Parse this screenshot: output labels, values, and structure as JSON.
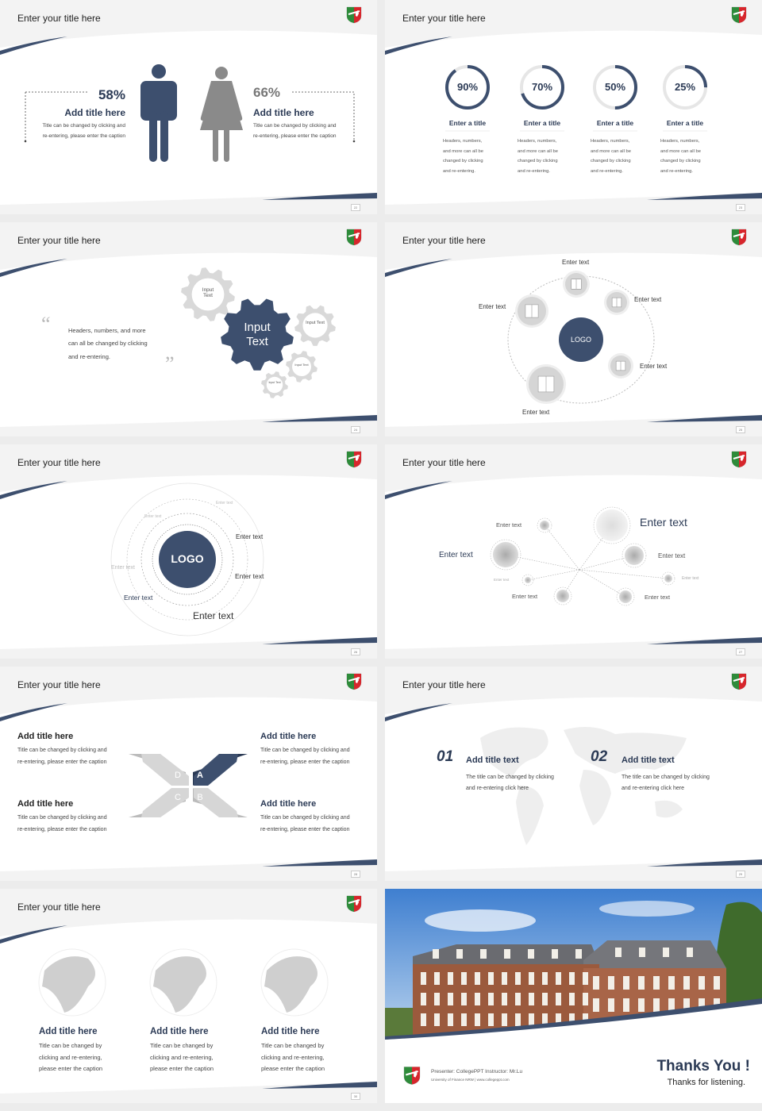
{
  "colors": {
    "navy": "#3d4f6e",
    "gray": "#8a8a8a",
    "light": "#d6d6d6"
  },
  "slides": [
    {
      "title": "Enter your title here",
      "number": "22",
      "left": {
        "percent": "58%",
        "heading": "Add title here",
        "caption1": "Title can be changed by clicking and",
        "caption2": "re-entering, please enter the caption"
      },
      "right": {
        "percent": "66%",
        "heading": "Add title here",
        "caption1": "Title can be changed by clicking and",
        "caption2": "re-entering, please enter the caption"
      }
    },
    {
      "title": "Enter your title here",
      "number": "23",
      "items": [
        {
          "value": "90%",
          "progress": 90,
          "heading": "Enter a title",
          "lines": [
            "Headers, numbers,",
            "and more can all be",
            "changed by clicking",
            "and re-entering."
          ]
        },
        {
          "value": "70%",
          "progress": 70,
          "heading": "Enter a title",
          "lines": [
            "Headers, numbers,",
            "and more can all be",
            "changed by clicking",
            "and re-entering."
          ]
        },
        {
          "value": "50%",
          "progress": 50,
          "heading": "Enter a title",
          "lines": [
            "Headers, numbers,",
            "and more can all be",
            "changed by clicking",
            "and re-entering."
          ]
        },
        {
          "value": "25%",
          "progress": 25,
          "heading": "Enter a title",
          "lines": [
            "Headers, numbers,",
            "and more can all be",
            "changed by clicking",
            "and re-entering."
          ]
        }
      ]
    },
    {
      "title": "Enter your title here",
      "number": "24",
      "quote": [
        "Headers, numbers, and more",
        "can all be changed by clicking",
        "and re-entering."
      ],
      "gear_main": "Input Text",
      "gear_small": [
        "Input Text",
        "Input Text",
        "Input Text",
        "Input Text"
      ]
    },
    {
      "title": "Enter your title here",
      "number": "25",
      "logo": "LOGO",
      "labels": [
        "Enter text",
        "Enter text",
        "Enter text",
        "Enter text",
        "Enter text"
      ]
    },
    {
      "title": "Enter your title here",
      "number": "26",
      "logo": "LOGO",
      "labels": [
        "Enter text",
        "Enter text",
        "Enter text",
        "Enter text",
        "Enter text",
        "Enter text",
        "Enter text"
      ]
    },
    {
      "title": "Enter your title here",
      "number": "27",
      "labels": [
        "Enter text",
        "Enter text",
        "Enter text",
        "Enter text",
        "Enter text",
        "Enter text",
        "Enter text",
        "Enter text"
      ]
    },
    {
      "title": "Enter your title here",
      "number": "28",
      "letters": [
        "A",
        "B",
        "C",
        "D"
      ],
      "blocks": [
        {
          "heading": "Add title here",
          "caption1": "Title can be changed by clicking and",
          "caption2": "re-entering, please enter the caption"
        },
        {
          "heading": "Add title here",
          "caption1": "Title can be changed by clicking and",
          "caption2": "re-entering, please enter the caption"
        },
        {
          "heading": "Add title here",
          "caption1": "Title can be changed by clicking and",
          "caption2": "re-entering, please enter the caption"
        },
        {
          "heading": "Add title here",
          "caption1": "Title can be changed by clicking and",
          "caption2": "re-entering, please enter the caption"
        }
      ]
    },
    {
      "title": "Enter your title here",
      "number": "29",
      "items": [
        {
          "index": "01",
          "heading": "Add title text",
          "caption1": "The title can be changed by clicking",
          "caption2": "and re-entering click here"
        },
        {
          "index": "02",
          "heading": "Add title text",
          "caption1": "The title can be changed by clicking",
          "caption2": "and re-entering click here"
        }
      ]
    },
    {
      "title": "Enter your title here",
      "number": "30",
      "items": [
        {
          "heading": "Add title here",
          "lines": [
            "Title can be changed by",
            "clicking and re-entering,",
            "please enter the caption"
          ]
        },
        {
          "heading": "Add title here",
          "lines": [
            "Title can be changed by",
            "clicking and re-entering,",
            "please enter the caption"
          ]
        },
        {
          "heading": "Add title here",
          "lines": [
            "Title can be changed by",
            "clicking and re-entering,",
            "please enter the caption"
          ]
        }
      ]
    },
    {
      "presenter": "Presenter: CollegePPT   Instructor: Mr.Lu",
      "org": "University of Finance NRW  |  www.collegeppt.com",
      "thanks": "Thanks You !",
      "sub": "Thanks for listening."
    }
  ]
}
